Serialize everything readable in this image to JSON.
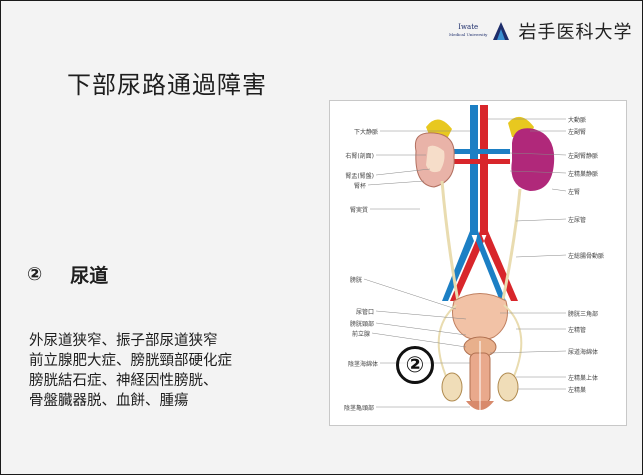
{
  "header": {
    "logo_en_line1": "Iwate",
    "logo_en_line2": "Medical University",
    "logo_jp": "岩手医科大学"
  },
  "slide": {
    "title": "下部尿路通過障害",
    "section_number": "②",
    "section_title": "尿道",
    "causes": [
      "外尿道狭窄、振子部尿道狭窄",
      "前立腺肥大症、膀胱頸部硬化症",
      "膀胱結石症、神経因性膀胱、",
      "骨盤臓器脱、血餅、腫瘍"
    ]
  },
  "figure": {
    "marker": "②",
    "labels_left": [
      "下大静脈",
      "右腎(剖面)",
      "腎盂(腎盤)",
      "腎杯",
      "腎実質",
      "膀胱",
      "尿管口",
      "膀胱頸部",
      "前立腺",
      "陰茎海綿体",
      "陰茎亀頭部"
    ],
    "labels_right": [
      "大動脈",
      "左副腎",
      "左副腎静脈",
      "左精巣静脈",
      "左腎",
      "左尿管",
      "左総腸骨動脈",
      "膀胱三角部",
      "左精管",
      "尿道海綿体",
      "左精巣上体",
      "左精巣"
    ]
  },
  "colors": {
    "slide_background": "#f3f3f3",
    "logo_blue": "#1d2d6b",
    "artery": "#d8262b",
    "vein": "#1c7fc4",
    "kidney": "#b0287a",
    "adrenal": "#e8c81f",
    "ureter": "#e9dcb0"
  }
}
